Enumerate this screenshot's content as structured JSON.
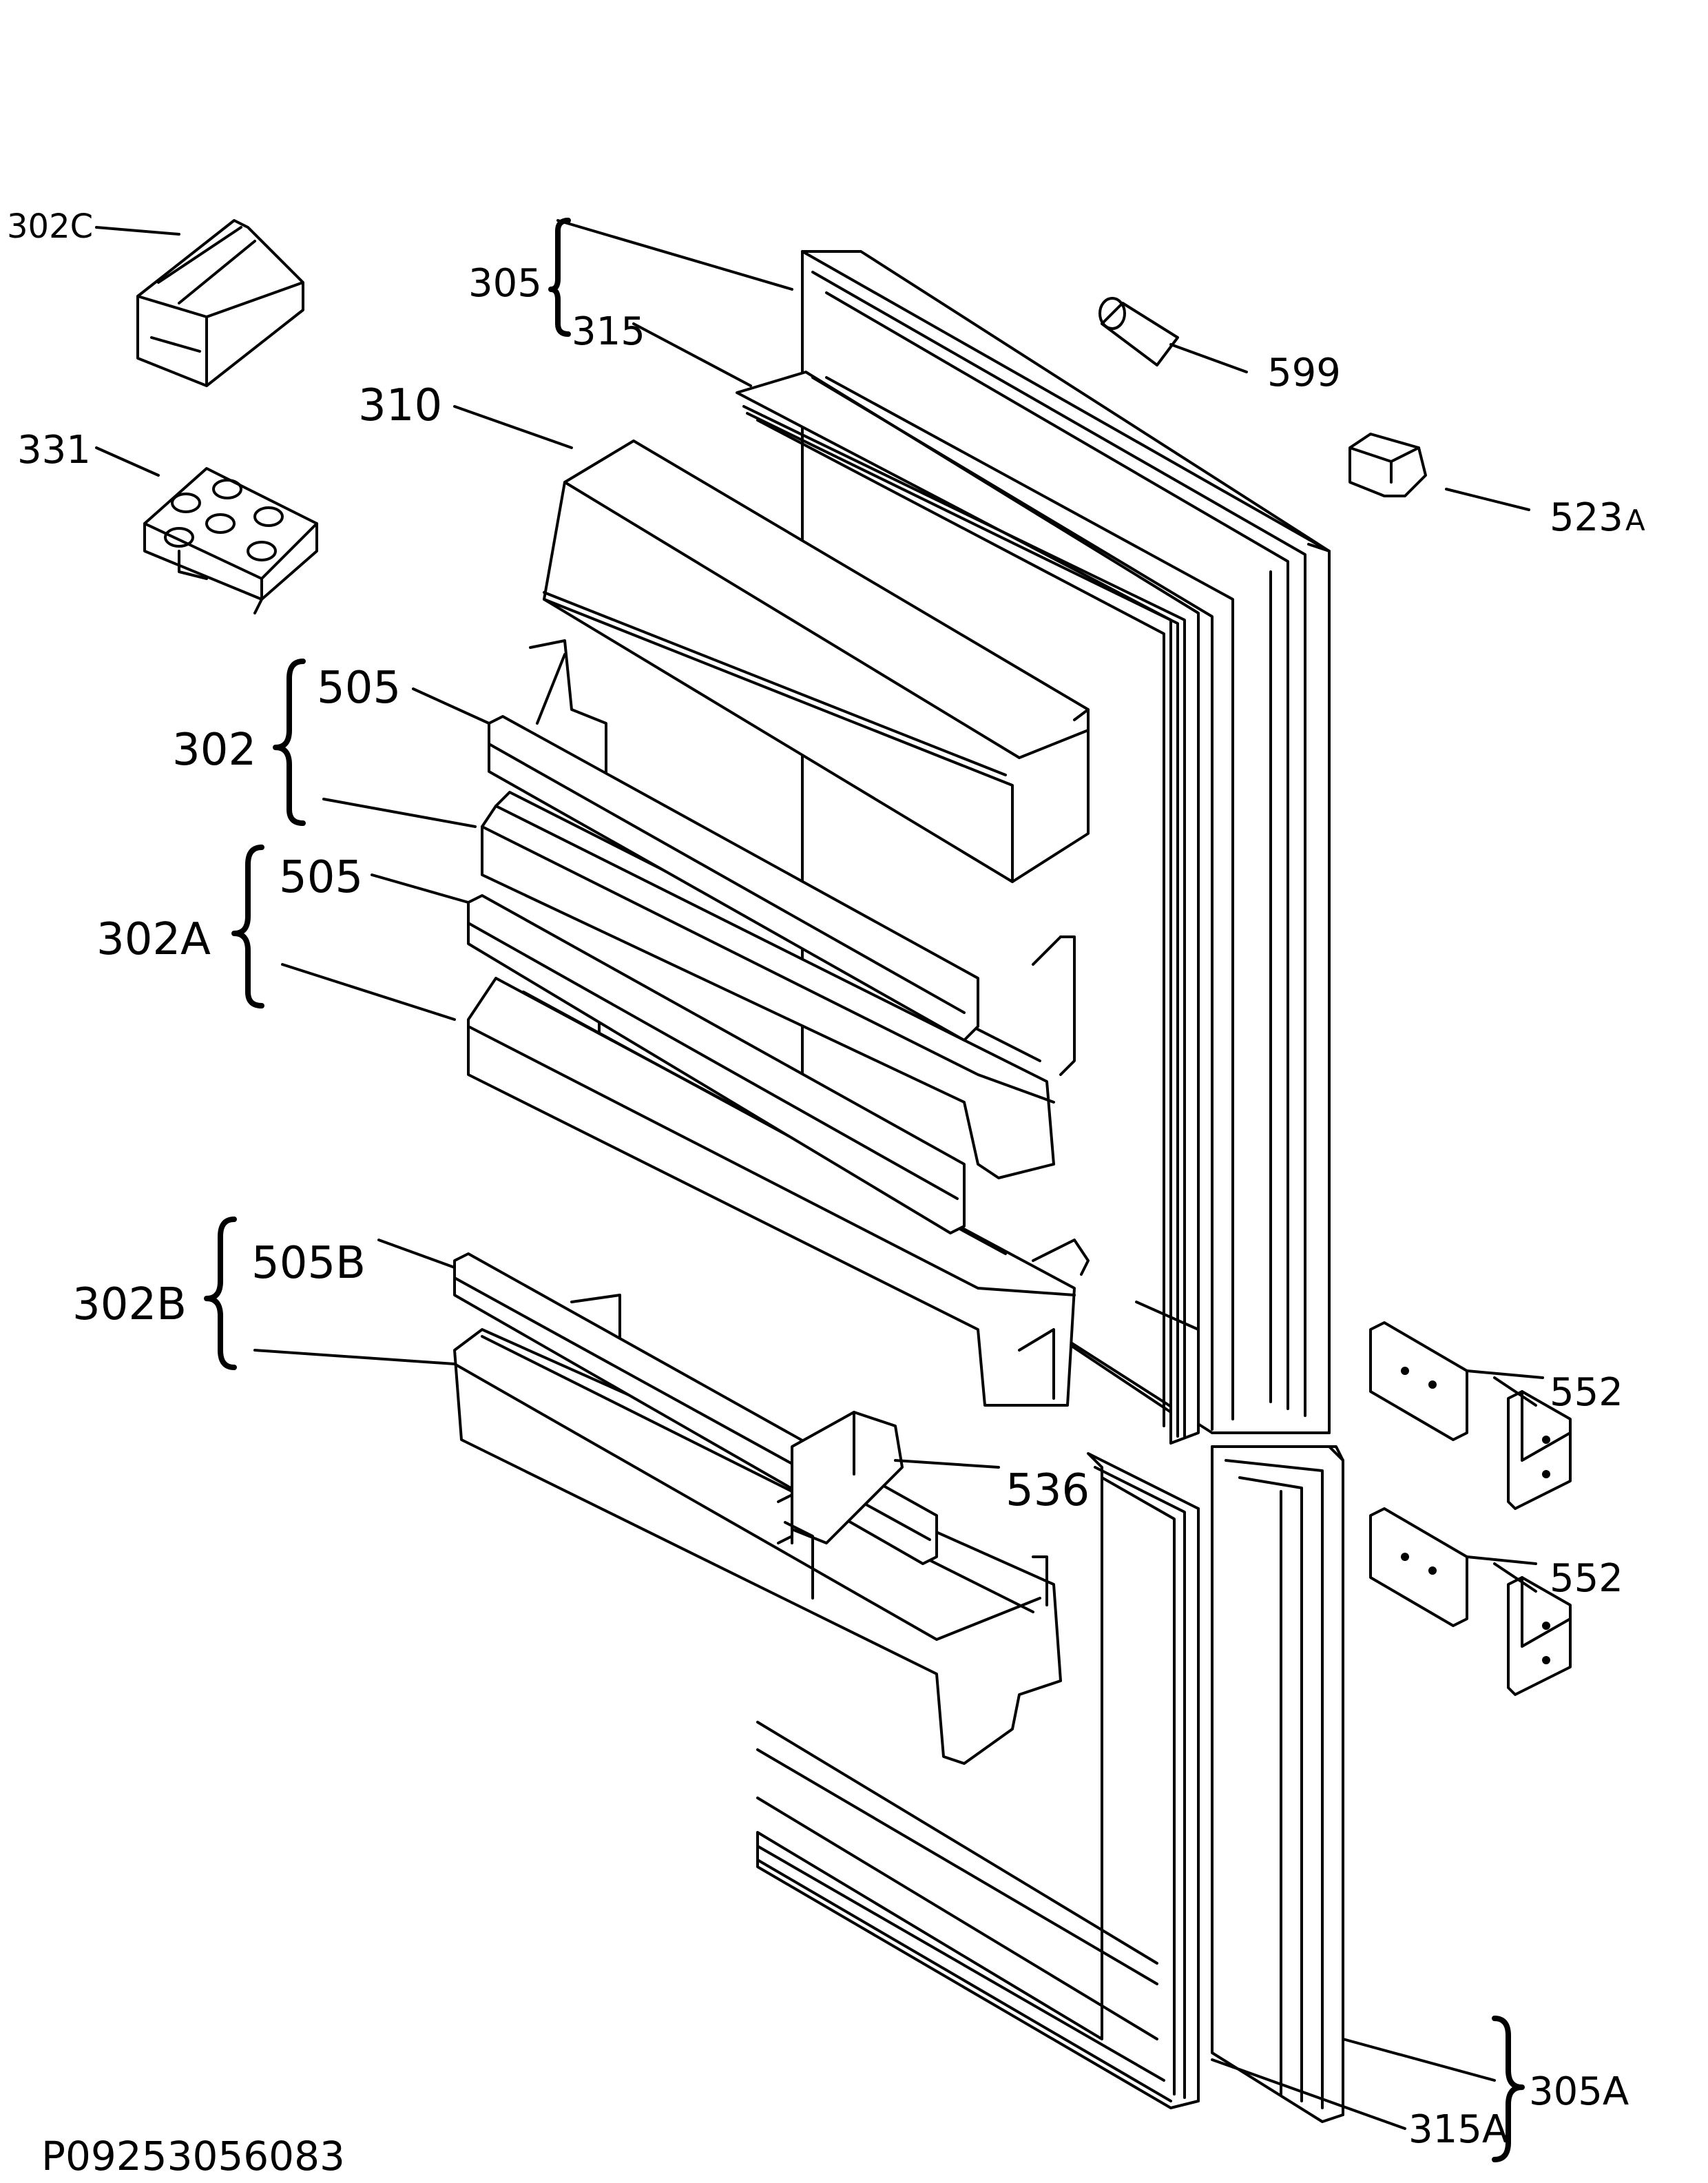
{
  "diagram": {
    "code": "P09253056083",
    "labels": {
      "l302C": "302C",
      "l331": "331",
      "l305": "305",
      "l315": "315",
      "l310": "310",
      "l599": "599",
      "l523A": "523",
      "l523A_suffix": "A",
      "l302": "302",
      "l505a": "505",
      "l302A": "302A",
      "l505b": "505",
      "l302B": "302B",
      "l505B": "505B",
      "l536": "536",
      "l552a": "552",
      "l552b": "552",
      "l305A": "305A",
      "l315A": "315A"
    }
  }
}
